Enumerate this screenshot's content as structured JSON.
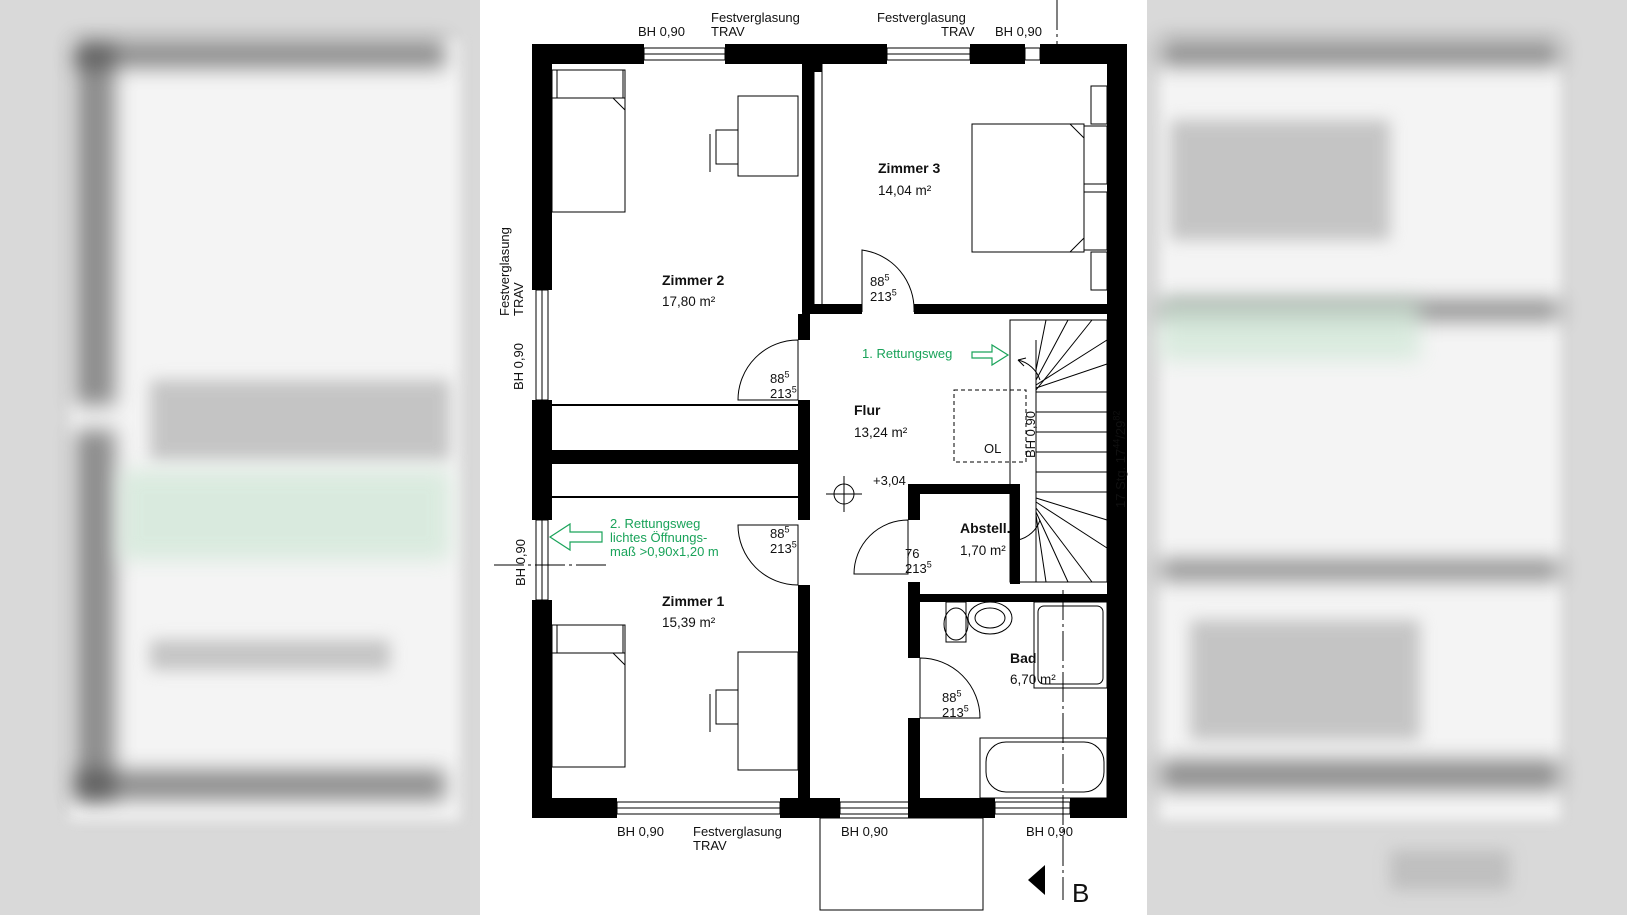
{
  "rooms": {
    "zimmer2": {
      "name": "Zimmer 2",
      "area": "17,80 m²"
    },
    "zimmer3": {
      "name": "Zimmer 3",
      "area": "14,04 m²"
    },
    "zimmer1": {
      "name": "Zimmer 1",
      "area": "15,39 m²"
    },
    "flur": {
      "name": "Flur",
      "area": "13,24 m²"
    },
    "abstell": {
      "name": "Abstell.",
      "area": "1,70 m²"
    },
    "bad": {
      "name": "Bad",
      "area": "6,70 m²"
    }
  },
  "windows": {
    "bh090": "BH 0,90",
    "festverglasung": "Festverglasung",
    "trav": "TRAV"
  },
  "doors": {
    "w885": "88",
    "w885_sup": "5",
    "h2135": "213",
    "h2135_sup": "5",
    "w76": "76"
  },
  "escape": {
    "route1": "1. Rettungsweg",
    "route2_line1": "2. Rettungsweg",
    "route2_line2": "lichtes Öffnungs-",
    "route2_line3": "maß >0,90x1,20 m"
  },
  "stairs": {
    "label_prefix": "17 Stg. 17",
    "label_sup1": "44",
    "label_mid": "/29",
    "label_sup2": "82"
  },
  "level": "+3,04",
  "skylight": "OL",
  "section_marker": "B"
}
